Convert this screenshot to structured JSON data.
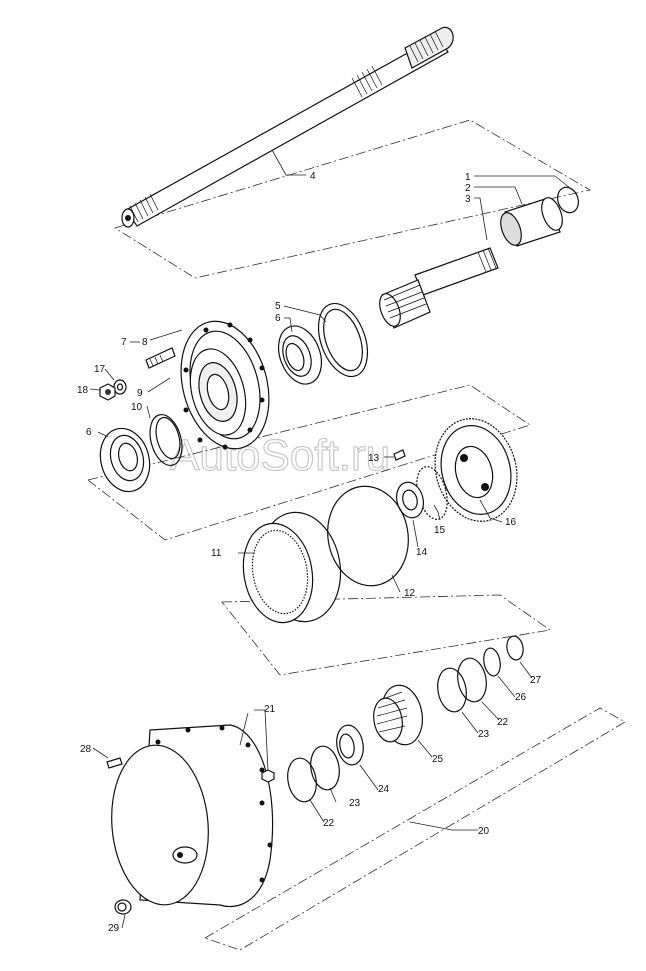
{
  "diagram": {
    "watermark": "AutoSoft.ru",
    "labels": [
      {
        "id": "p1",
        "text": "1"
      },
      {
        "id": "p2",
        "text": "2"
      },
      {
        "id": "p3",
        "text": "3"
      },
      {
        "id": "p4",
        "text": "4"
      },
      {
        "id": "p5",
        "text": "5"
      },
      {
        "id": "p6a",
        "text": "6"
      },
      {
        "id": "p6b",
        "text": "6"
      },
      {
        "id": "p7",
        "text": "7"
      },
      {
        "id": "p8",
        "text": "8"
      },
      {
        "id": "p9",
        "text": "9"
      },
      {
        "id": "p10",
        "text": "10"
      },
      {
        "id": "p11",
        "text": "11"
      },
      {
        "id": "p12",
        "text": "12"
      },
      {
        "id": "p13",
        "text": "13"
      },
      {
        "id": "p14",
        "text": "14"
      },
      {
        "id": "p15",
        "text": "15"
      },
      {
        "id": "p16",
        "text": "16"
      },
      {
        "id": "p17",
        "text": "17"
      },
      {
        "id": "p18",
        "text": "18"
      },
      {
        "id": "p20",
        "text": "20"
      },
      {
        "id": "p21",
        "text": "21"
      },
      {
        "id": "p22a",
        "text": "22"
      },
      {
        "id": "p22b",
        "text": "22"
      },
      {
        "id": "p23a",
        "text": "23"
      },
      {
        "id": "p23b",
        "text": "23"
      },
      {
        "id": "p24",
        "text": "24"
      },
      {
        "id": "p25",
        "text": "25"
      },
      {
        "id": "p26",
        "text": "26"
      },
      {
        "id": "p27",
        "text": "27"
      },
      {
        "id": "p28",
        "text": "28"
      },
      {
        "id": "p29",
        "text": "29"
      }
    ]
  }
}
